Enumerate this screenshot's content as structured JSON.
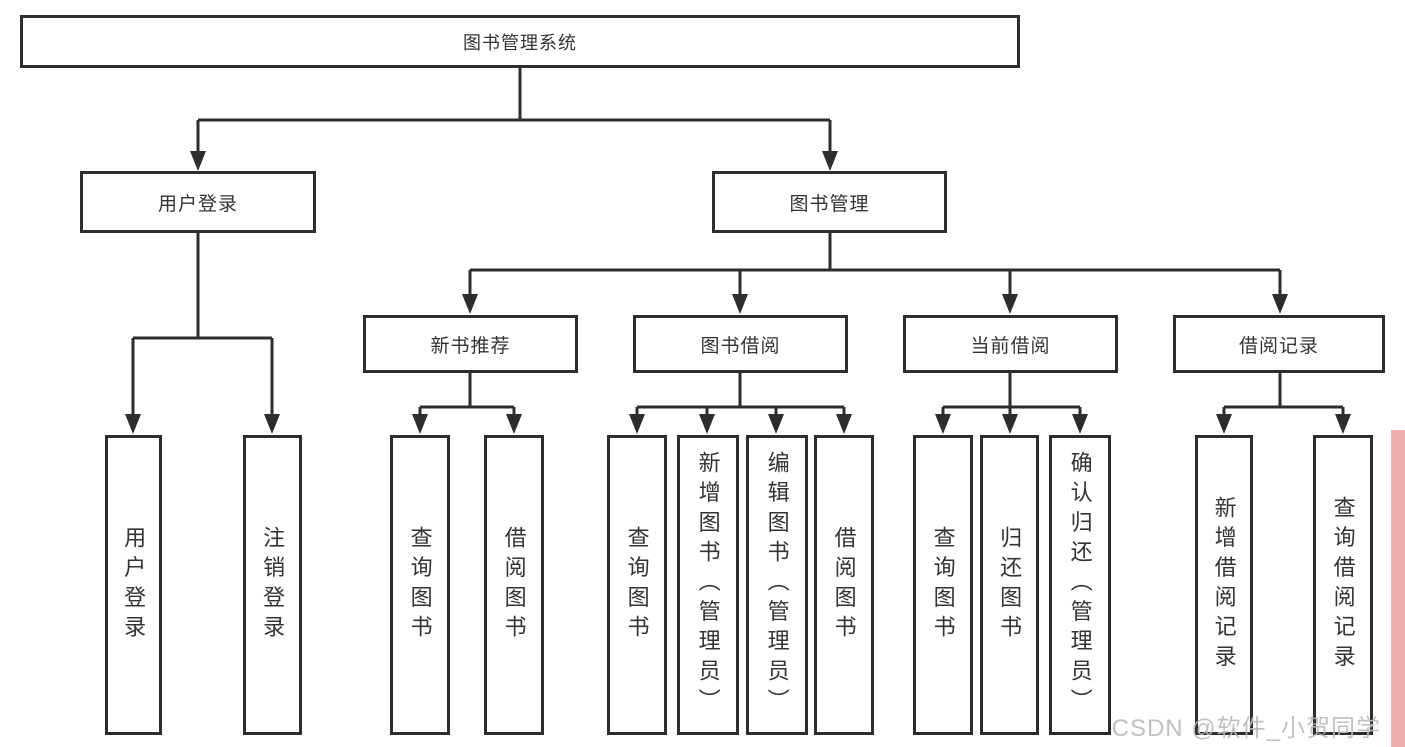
{
  "diagram": {
    "title": "图书管理系统",
    "modules": [
      {
        "label": "用户登录",
        "items": [
          "用户登录",
          "注销登录"
        ]
      },
      {
        "label": "图书管理",
        "submodules": [
          {
            "label": "新书推荐",
            "items": [
              "查询图书",
              "借阅图书"
            ]
          },
          {
            "label": "图书借阅",
            "items": [
              "查询图书",
              "新增图书（管理员）",
              "编辑图书（管理员）",
              "借阅图书"
            ]
          },
          {
            "label": "当前借阅",
            "items": [
              "查询图书",
              "归还图书",
              "确认归还（管理员）"
            ]
          },
          {
            "label": "借阅记录",
            "items": [
              "新增借阅记录",
              "查询借阅记录"
            ]
          }
        ]
      }
    ]
  },
  "watermark": {
    "text": "CSDN @软件_小贺同学"
  },
  "colors": {
    "line": "#2d2d2d",
    "box_border": "#2d2d2d",
    "text": "#333333",
    "watermark": "#b9b9b9",
    "accent_strip": "#f0acaa"
  }
}
